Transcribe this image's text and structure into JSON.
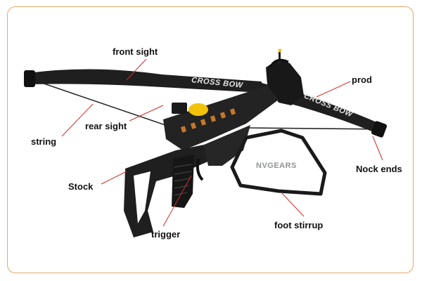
{
  "labels": {
    "front_sight": "front sight",
    "rear_sight": "rear sight",
    "string": "string",
    "stock": "Stock",
    "trigger": "trigger",
    "prod": "prod",
    "nock_ends": "Nock ends",
    "foot_stirrup": "foot stirrup"
  },
  "prod_lettering_left": "CROSS BOW",
  "prod_lettering_right": "CROSS BOW",
  "watermark": "NVGEARS",
  "colors": {
    "frame_border": "#e3a86a",
    "leader_lines": "#d42a2a",
    "label_text": "#111111",
    "crossbow_body": "#1f1f1f",
    "sight_accent": "#f2c20a",
    "rail_accent": "#c8772a",
    "watermark": "#8f9396"
  }
}
